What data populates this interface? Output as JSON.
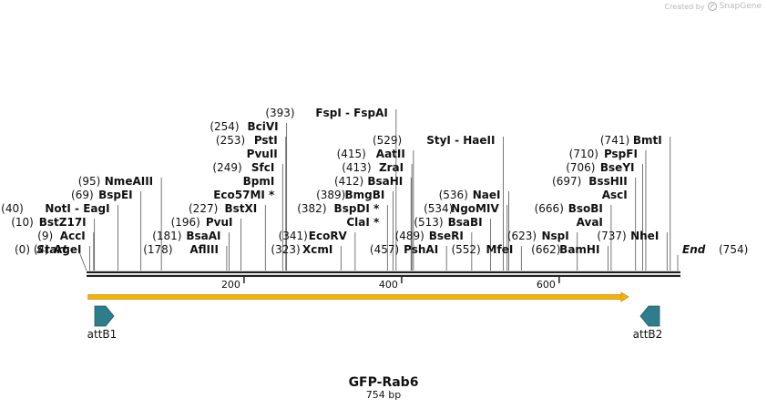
{
  "credit": {
    "created_by": "Created by",
    "brand": "SnapGene"
  },
  "colors": {
    "line": "#222222",
    "leader": "#555555",
    "arrow": "#2e7d8c",
    "orf_fill": "#f4b400",
    "orf_edge": "#c8951a"
  },
  "map": {
    "length": 754,
    "ticks": [
      200,
      400,
      600
    ],
    "sites": [
      {
        "pos": 0,
        "name": "Start",
        "terminal": true,
        "side": "left"
      },
      {
        "pos": 4,
        "name": "AgeI"
      },
      {
        "pos": 9,
        "name": "AccI"
      },
      {
        "pos": 10,
        "name": "BstZ17I"
      },
      {
        "pos": 40,
        "name": "NotI  - EagI"
      },
      {
        "pos": 69,
        "name": "BspEI"
      },
      {
        "pos": 95,
        "name": "NmeAIII"
      },
      {
        "pos": 178,
        "name": "AflIII"
      },
      {
        "pos": 181,
        "name": "BsaAI"
      },
      {
        "pos": 196,
        "name": "PvuI"
      },
      {
        "pos": 227,
        "name": "BstXI"
      },
      {
        "pos": 249,
        "name": "SfcI"
      },
      {
        "pos": 249,
        "name": "BpmI"
      },
      {
        "pos": 249,
        "name": "Eco57MI *"
      },
      {
        "pos": 253,
        "name": "PstI"
      },
      {
        "pos": 253,
        "name": "PvuII"
      },
      {
        "pos": 254,
        "name": "BciVI"
      },
      {
        "pos": 323,
        "name": "XcmI"
      },
      {
        "pos": 341,
        "name": "EcoRV"
      },
      {
        "pos": 382,
        "name": "BspDI *"
      },
      {
        "pos": 382,
        "name": "ClaI *"
      },
      {
        "pos": 389,
        "name": "BmgBI"
      },
      {
        "pos": 393,
        "name": "FspI  - FspAI"
      },
      {
        "pos": 412,
        "name": "BsaHI"
      },
      {
        "pos": 413,
        "name": "ZraI"
      },
      {
        "pos": 415,
        "name": "AatII"
      },
      {
        "pos": 457,
        "name": "PshAI"
      },
      {
        "pos": 489,
        "name": "BseRI"
      },
      {
        "pos": 513,
        "name": "BsaBI"
      },
      {
        "pos": 529,
        "name": "StyI  - HaeII"
      },
      {
        "pos": 534,
        "name": "NgoMIV"
      },
      {
        "pos": 536,
        "name": "NaeI"
      },
      {
        "pos": 552,
        "name": "MfeI"
      },
      {
        "pos": 623,
        "name": "NspI"
      },
      {
        "pos": 662,
        "name": "BamHI"
      },
      {
        "pos": 666,
        "name": "BsoBI"
      },
      {
        "pos": 666,
        "name": "AvaI"
      },
      {
        "pos": 697,
        "name": "BssHII"
      },
      {
        "pos": 697,
        "name": "AscI"
      },
      {
        "pos": 706,
        "name": "BseYI"
      },
      {
        "pos": 710,
        "name": "PspFI"
      },
      {
        "pos": 737,
        "name": "NheI"
      },
      {
        "pos": 741,
        "name": "BmtI"
      },
      {
        "pos": 754,
        "name": "End",
        "terminal": true,
        "side": "right"
      }
    ],
    "features": [
      {
        "name": "attB1",
        "direction": "forward"
      },
      {
        "name": "attB2",
        "direction": "reverse"
      }
    ]
  },
  "title": "GFP-Rab6",
  "subtitle": "754 bp"
}
